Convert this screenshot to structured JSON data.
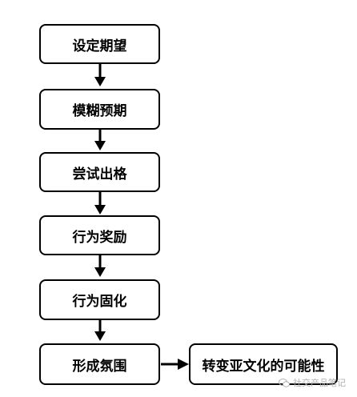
{
  "flow": {
    "steps": [
      "设定期望",
      "模糊预期",
      "尝试出格",
      "行为奖励",
      "行为固化",
      "形成氛围"
    ],
    "outcome": "转变亚文化的可能性"
  },
  "watermark": {
    "text": "社交产品笔记",
    "icon": "wechat-icon"
  }
}
